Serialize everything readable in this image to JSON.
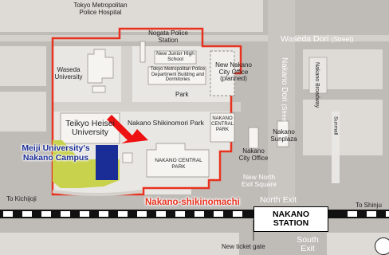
{
  "map": {
    "streets": {
      "waseda_dori": "Waseda Dori",
      "waseda_dori_suffix": "(Street)",
      "nakano_dori": "Nakano Dori",
      "nakano_dori_suffix": "(Street)",
      "nakano_broadway": "Nakano Broadway",
      "sunmall": "Sunmall"
    },
    "places": {
      "police_hospital": "Tokyo Metropolitan Police Hospital",
      "nogata_police": "Nogata Police Station",
      "new_junior_high": "New Junior High School",
      "police_dept_building": "Tokyo Metropolitan Police Department Building and Dormitories",
      "new_city_office": "New Nakano City Office (planned)",
      "waseda_univ": "Waseda University",
      "park": "Park",
      "teikyo_heisei": "Teikyo Heisei University",
      "shikinomori_park": "Nakano Shikinomori Park",
      "nakano_central_park_top": "NAKANO CENTRAL PARK",
      "nakano_sunplaza": "Nakano Sunplaza",
      "nakano_city_office": "Nakano City Office",
      "meiji_university": "Meiji University's Nakano Campus",
      "nakano_central_park_bottom": "NAKANO CENTRAL PARK",
      "new_north_exit_square": "New North Exit Square",
      "nakano_shikinomachi": "Nakano-shikinomachi",
      "north_exit": "North Exit",
      "nakano_station": "NAKANO STATION",
      "south_exit": "South Exit",
      "new_ticket_gate": "New ticket gate"
    },
    "directions": {
      "to_kichijoji": "To Kichijoji",
      "to_shinjuku": "To Shinju"
    },
    "colors": {
      "road": "#bfbcb8",
      "road_light": "#d4d1cc",
      "block": "#e9e7e3",
      "outline": "#e8321f",
      "meiji_blue": "#1a2c95",
      "campus_green": "#c8d24c",
      "highlight_arrow": "#ee1111"
    },
    "icons": [
      "pointer-arrow-icon",
      "compass-icon"
    ]
  }
}
